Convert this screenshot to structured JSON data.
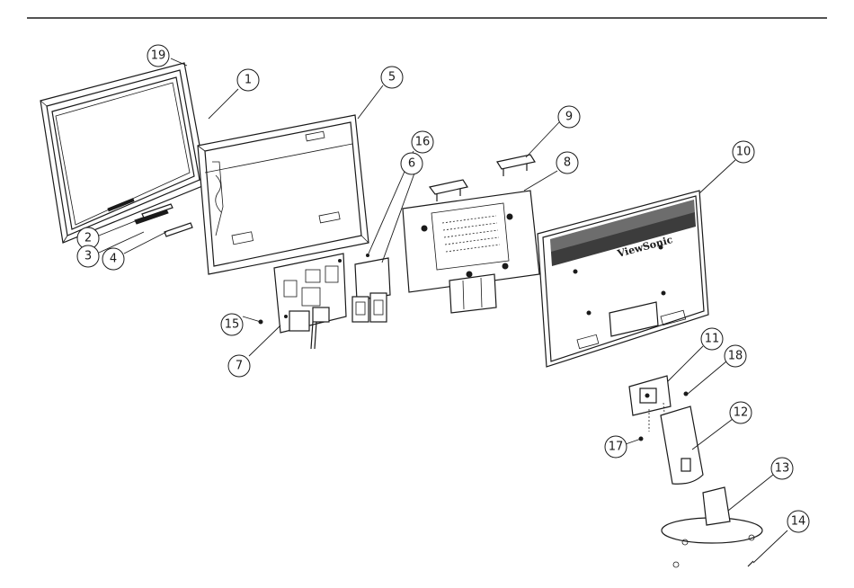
{
  "diagram": {
    "brand_label": "ViewSonic",
    "callouts": [
      "1",
      "2",
      "3",
      "4",
      "5",
      "6",
      "7",
      "8",
      "9",
      "10",
      "11",
      "12",
      "13",
      "14",
      "15",
      "16",
      "17",
      "18",
      "19"
    ]
  }
}
